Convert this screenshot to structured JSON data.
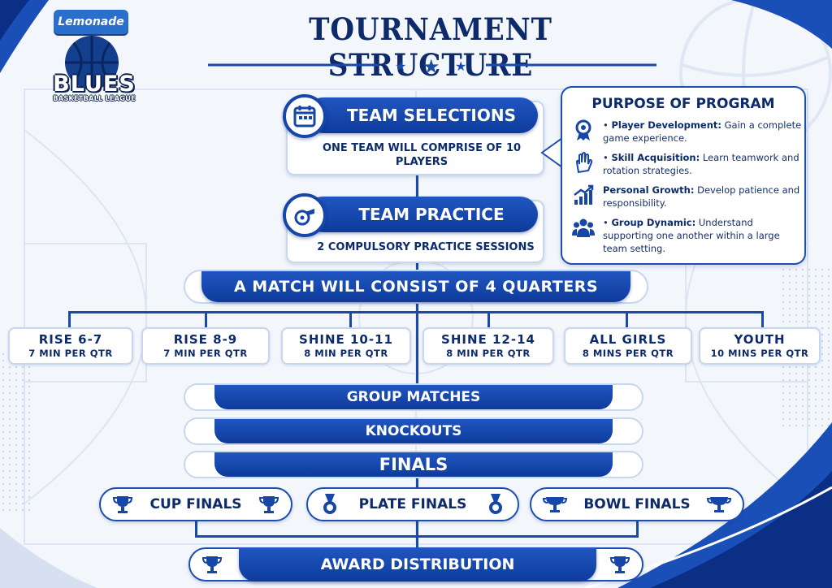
{
  "logo": {
    "brand": "Lemonade",
    "name": "BLUES",
    "league": "BASKETBALL LEAGUE"
  },
  "title": "TOURNAMENT STRUCTURE",
  "steps": [
    {
      "label": "TEAM SELECTIONS",
      "detail": "ONE TEAM WILL COMPRISE OF 10 PLAYERS",
      "icon": "calendar-icon"
    },
    {
      "label": "TEAM PRACTICE",
      "detail": "2 COMPULSORY PRACTICE SESSIONS",
      "icon": "whistle-icon"
    }
  ],
  "match_banner": "A MATCH WILL CONSIST OF 4 QUARTERS",
  "categories": [
    {
      "name": "RISE 6-7",
      "time": "7 MIN PER QTR"
    },
    {
      "name": "RISE 8-9",
      "time": "7 MIN PER QTR"
    },
    {
      "name": "SHINE 10-11",
      "time": "8 MIN PER QTR"
    },
    {
      "name": "SHINE 12-14",
      "time": "8 MIN PER QTR"
    },
    {
      "name": "ALL GIRLS",
      "time": "8 MINS PER QTR"
    },
    {
      "name": "YOUTH",
      "time": "10 MINS PER QTR"
    }
  ],
  "stages": [
    "GROUP MATCHES",
    "KNOCKOUTS",
    "FINALS"
  ],
  "finals": [
    {
      "label": "CUP FINALS",
      "icon": "trophy-icon"
    },
    {
      "label": "PLATE FINALS",
      "icon": "medal-icon"
    },
    {
      "label": "BOWL FINALS",
      "icon": "trophy-icon"
    }
  ],
  "award": "AWARD DISTRIBUTION",
  "purpose": {
    "title": "PURPOSE OF PROGRAM",
    "items": [
      {
        "head": "Player Development:",
        "text": "Gain a complete game experience.",
        "bullet": "• ",
        "icon": "award-ribbon-icon"
      },
      {
        "head": "Skill Acquisition:",
        "text": "Learn teamwork and rotation strategies.",
        "bullet": "• ",
        "icon": "hand-icon"
      },
      {
        "head": "Personal Growth:",
        "text": "Develop patience and responsibility.",
        "bullet": "",
        "icon": "growth-chart-icon"
      },
      {
        "head": "Group Dynamic:",
        "text": "Understand supporting one another within a large team setting.",
        "bullet": "• ",
        "icon": "group-icon"
      }
    ]
  },
  "colors": {
    "primary": "#0d3b9c",
    "dark_text": "#0d2b6b",
    "border": "#c7d7ef",
    "background": "#f3f6fb"
  }
}
